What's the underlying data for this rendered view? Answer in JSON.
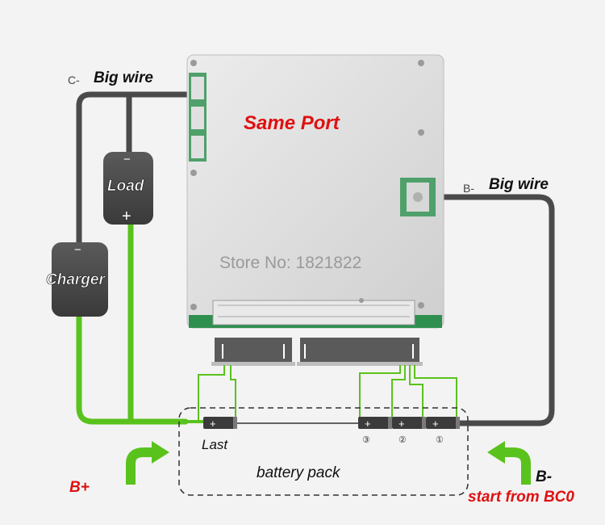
{
  "labels": {
    "c_minus": "C-",
    "big_wire_left": "Big wire",
    "b_minus_top": "B-",
    "big_wire_right": "Big wire",
    "same_port": "Same Port",
    "store": "Store No: 1821822",
    "load": "Load",
    "charger": "Charger",
    "last": "Last",
    "battery_pack": "battery pack",
    "b_plus": "B+",
    "b_minus_bottom": "B-",
    "start_from": "start from BC0",
    "cell_3": "③",
    "cell_2": "②",
    "cell_1": "①",
    "minus_sign": "−",
    "plus_sign": "+"
  },
  "colors": {
    "black_wire": "#4a4a4a",
    "green_wire": "#5ac21c",
    "red_text": "#e01010",
    "board": "#e0e0e0",
    "box": "#4b4b4b"
  }
}
